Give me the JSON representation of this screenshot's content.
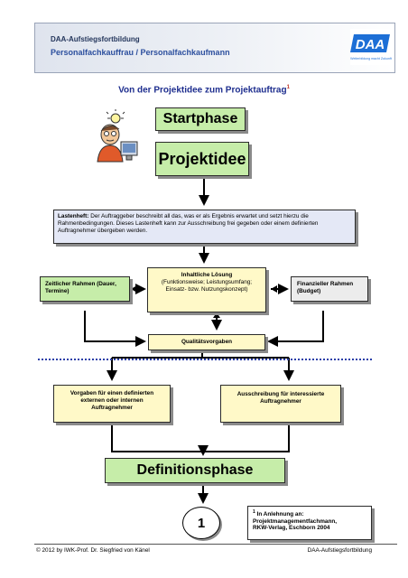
{
  "header": {
    "line1": "DAA-Aufstiegsfortbildung",
    "line2": "Personalfachkauffrau / Personalfachkaufmann",
    "logo_text": "DAA",
    "logo_tagline": "Weiterbildung macht Zukunft"
  },
  "title": "Von der Projektidee zum Projektauftrag",
  "title_footnote_mark": "1",
  "boxes": {
    "startphase": "Startphase",
    "projektidee": "Projektidee",
    "lastenheft_label": "Lastenheft:",
    "lastenheft_text": "Der Auftraggeber beschreibt all das, was er als Ergebnis erwartet und setzt hierzu die Rahmenbedingungen. Dieses Lastenheft kann zur Ausschreibung frei gegeben oder einem definierten Auftragnehmer übergeben werden.",
    "zeitlicher_rahmen": "Zeitlicher Rahmen (Dauer, Termine)",
    "inhaltliche_title": "Inhaltliche Lösung",
    "inhaltliche_text": "(Funktionsweise; Leistungsumfang; Einsatz- bzw. Nutzungskonzept)",
    "finanzieller_rahmen": "Finanzieller Rahmen (Budget)",
    "qualitaet": "Qualitätsvorgaben",
    "vorgaben": "Vorgaben für einen definierten externen oder internen Auftragnehmer",
    "ausschreibung": "Ausschreibung für interessierte Auftragnehmer",
    "definitionsphase": "Definitionsphase",
    "connector": "1"
  },
  "footnote": {
    "mark": "1",
    "line1": "In Anlehnung an:",
    "line2": "Projektmanagementfachmann,",
    "line3": "RKW-Verlag, Eschborn 2004"
  },
  "footer": {
    "left": "© 2012 by IWK-Prof. Dr. Siegfried von Känel",
    "right": "DAA-Aufstiegsfortbildung"
  },
  "colors": {
    "green": "#c6eda9",
    "yellow": "#fff9c8",
    "lavender": "#e4e8f6",
    "title_blue": "#1f2f8f",
    "dotted_line": "#2a3fa8"
  }
}
